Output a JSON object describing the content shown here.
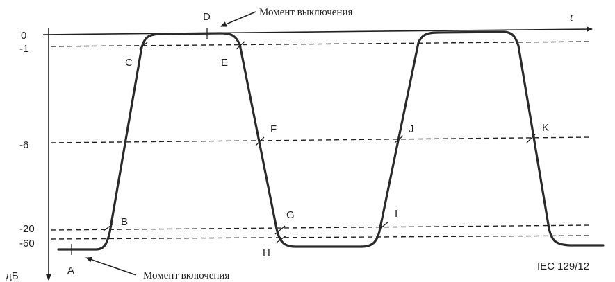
{
  "axis": {
    "t_label": "t",
    "unit_label": "дБ",
    "levels": [
      "0",
      "-1",
      "-6",
      "-20",
      "-60"
    ]
  },
  "points": [
    "A",
    "B",
    "C",
    "D",
    "E",
    "F",
    "G",
    "H",
    "I",
    "J",
    "K"
  ],
  "annotations": {
    "switch_off": "Момент выключения",
    "switch_on": "Момент включения"
  },
  "figure_id": "IEC 129/12"
}
